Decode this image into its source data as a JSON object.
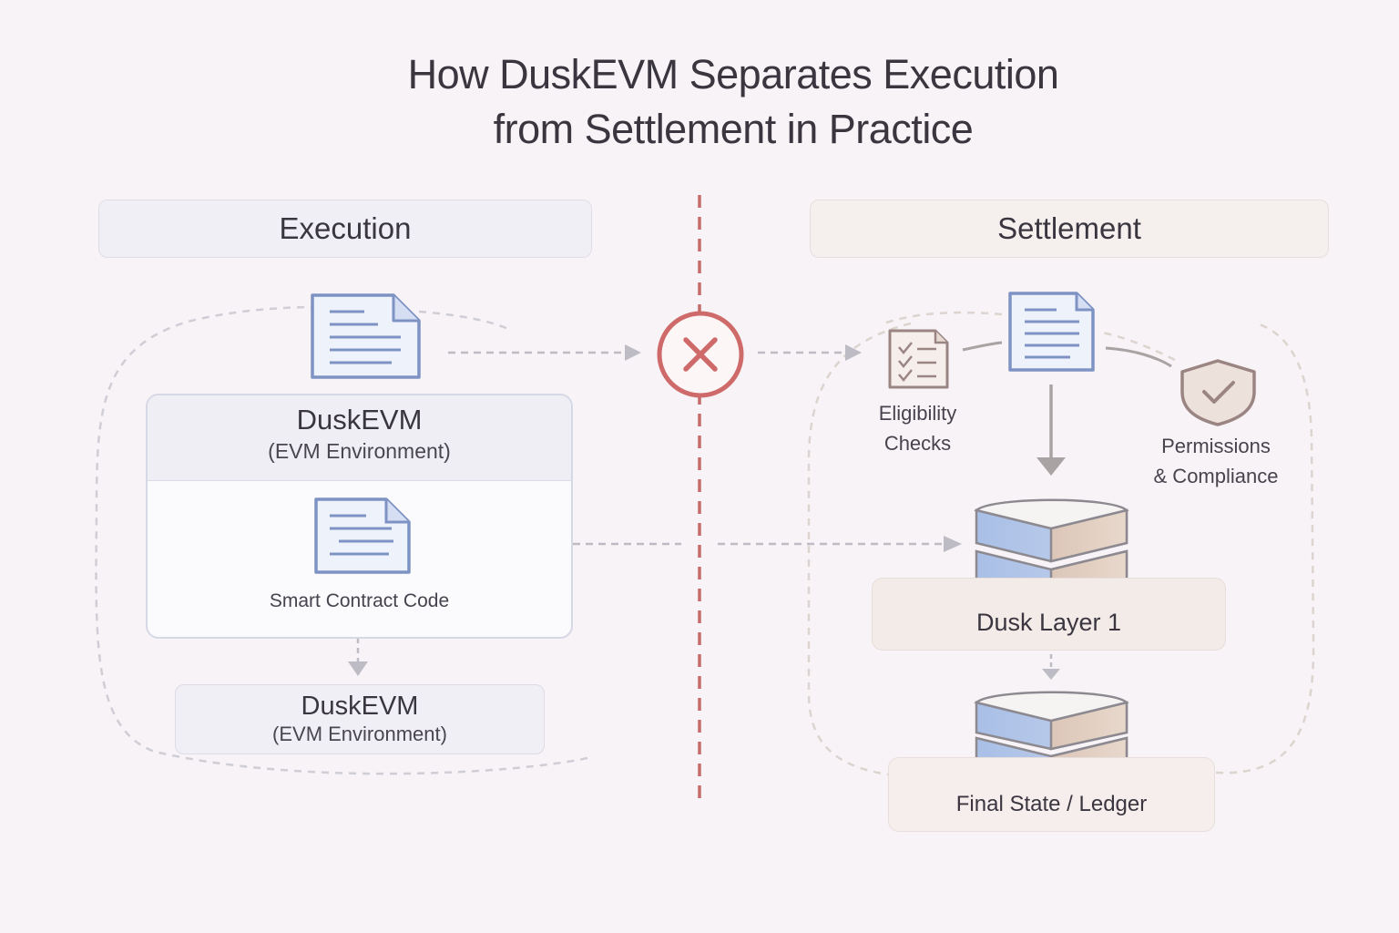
{
  "title": {
    "line1": "How DuskEVM Separates Execution",
    "line2": "from Settlement in Practice"
  },
  "execution": {
    "header": "Execution",
    "environment": {
      "name": "DuskEVM",
      "subtitle": "(EVM Environment)"
    },
    "contract_label": "Smart Contract Code",
    "output": {
      "name": "DuskEVM",
      "subtitle": "(EVM Environment)"
    }
  },
  "settlement": {
    "header": "Settlement",
    "eligibility": {
      "line1": "Eligibility",
      "line2": "Checks"
    },
    "permissions": {
      "line1": "Permissions",
      "line2": "& Compliance"
    },
    "layer": "Dusk Layer 1",
    "ledger": "Final State / Ledger"
  },
  "icons": {
    "execution_doc": "document-icon",
    "contract_doc": "document-icon",
    "blocked": "x-circle-icon",
    "checklist": "checklist-icon",
    "settlement_doc": "document-icon",
    "shield": "shield-check-icon",
    "layer_stack": "database-stack-icon",
    "ledger_stack": "database-stack-icon"
  },
  "colors": {
    "divider": "#c46c6c",
    "blocked": "#cf6a6a",
    "document": "#7e93c4",
    "settlement_accent": "#b49a8c"
  }
}
